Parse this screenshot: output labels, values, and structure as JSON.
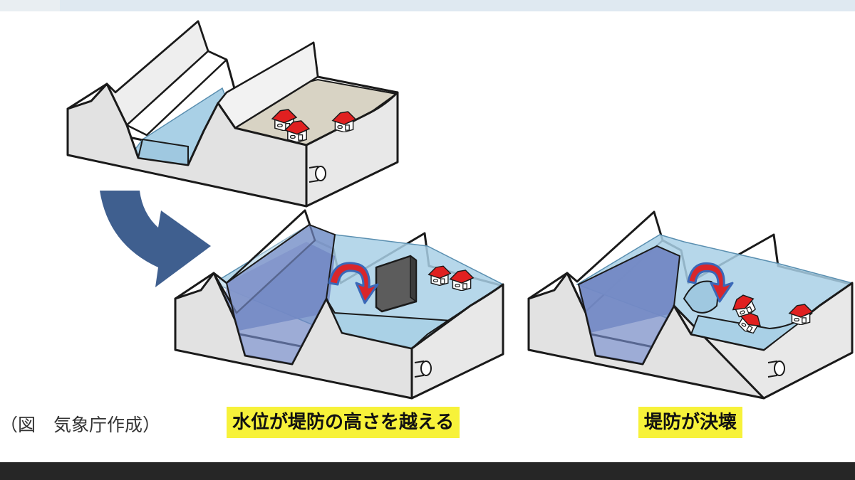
{
  "captions": {
    "source": "（図　気象庁作成）",
    "overtop": "水位が堤防の高さを越える",
    "breach": "堤防が決壊"
  },
  "colors": {
    "bank_face": "#e2e2e2",
    "bank_top": "#ffffff",
    "outline": "#1a1a1a",
    "land": "#d8d3c4",
    "water_light": "#a9d0e6",
    "water_deep": "#7389c4",
    "arrow_navy": "#3f5f8f",
    "flow_red": "#d9262b",
    "flow_blue": "#3a68b8",
    "roof_red": "#e02020",
    "highlight": "#f7f23a"
  },
  "icons": [
    "curved-arrow-icon",
    "overflow-arrow-icon",
    "house-icon",
    "drain-pipe-icon"
  ]
}
